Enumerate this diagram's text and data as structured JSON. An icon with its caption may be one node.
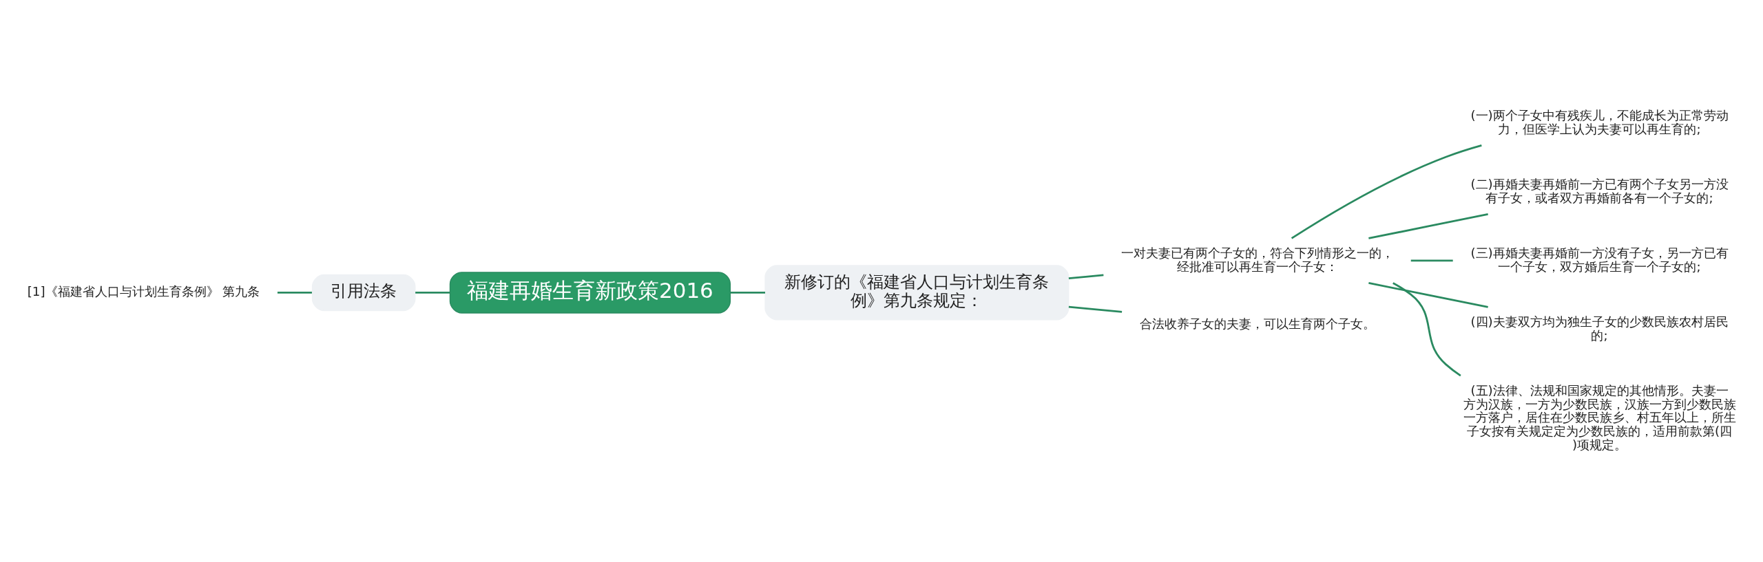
{
  "diagram": {
    "nodes": [
      {
        "text": [
          "福建再婚生育新政策2016"
        ]
      },
      {
        "text": [
          "引用法条"
        ]
      },
      {
        "text": [
          "[1]《福建省人口与计划生育条例》 第九条"
        ]
      },
      {
        "text": [
          "新修订的《福建省人口与计划生育条例》第九条规定："
        ]
      },
      {
        "text": [
          "一对夫妻已有两个子女的，符合下列情形之一的，经批准可以再生育一个子女："
        ]
      },
      {
        "text": [
          "(一)两个子女中有残疾儿，不能成长为正常劳动力，但医学上认为夫妻可以再生育的;"
        ]
      },
      {
        "text": [
          "(二)再婚夫妻再婚前一方已有两个子女另一方没有子女，或者双方再婚前各有一个子女的;"
        ]
      },
      {
        "text": [
          "(三)再婚夫妻再婚前一方没有子女，另一方已有一个子女，双方婚后生育一个子女的;"
        ]
      },
      {
        "text": [
          "(四)夫妻双方均为独生子女的少数民族农村居民的;"
        ]
      },
      {
        "text": [
          "(五)法律、法规和国家规定的其他情形。夫妻一方为汉族，一方为少数民族，汉族一方到少数民族一方落户，居住在少数民族乡、村五年以上，所生子女按有关规定定为少数民族的，适用前款第(四)项规定。"
        ]
      },
      {
        "text": [
          "合法收养子女的夫妻，可以生育两个子女。"
        ]
      }
    ],
    "edges": [
      {
        "from": 2,
        "to": 1,
        "arrow": "none"
      },
      {
        "from": 1,
        "to": 0,
        "arrow": "none"
      },
      {
        "from": 0,
        "to": 3,
        "arrow": "none"
      },
      {
        "from": 3,
        "to": 4,
        "arrow": "none"
      },
      {
        "from": 4,
        "to": 5,
        "arrow": "none"
      },
      {
        "from": 4,
        "to": 6,
        "arrow": "none"
      },
      {
        "from": 4,
        "to": 7,
        "arrow": "none"
      },
      {
        "from": 4,
        "to": 8,
        "arrow": "none"
      },
      {
        "from": 4,
        "to": 9,
        "arrow": "none"
      },
      {
        "from": 3,
        "to": 10,
        "arrow": "none"
      }
    ]
  }
}
